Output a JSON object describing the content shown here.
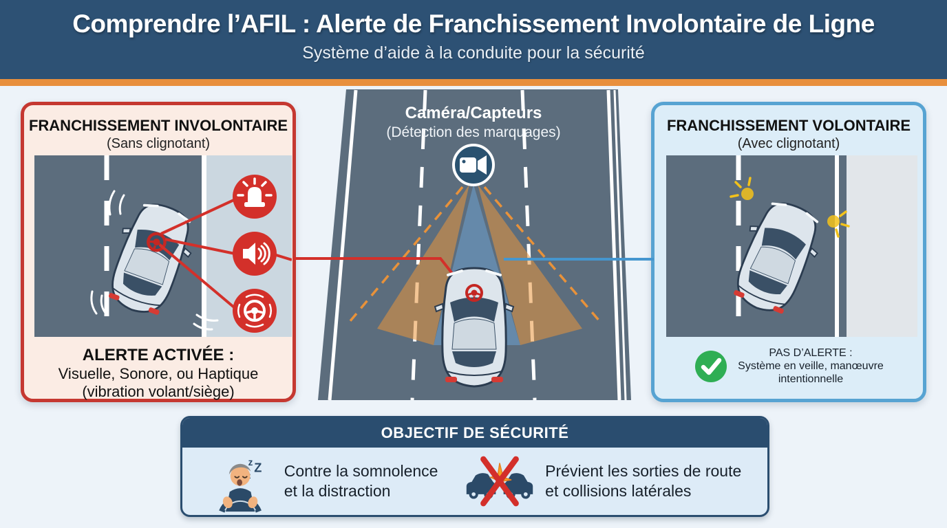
{
  "header": {
    "title": "Comprendre l’AFIL : Alerte de Franchissement Involontaire de Ligne",
    "subtitle": "Système d’aide à la conduite pour la sécurité"
  },
  "left_panel": {
    "title": "FRANCHISSEMENT INVOLONTAIRE",
    "subtitle": "(Sans clignotant)",
    "caption_title": "ALERTE ACTIVÉE :",
    "caption_line1": "Visuelle, Sonore, ou Haptique",
    "caption_line2": "(vibration volant/siège)",
    "alert_icons": [
      "siren-alert",
      "speaker-sound",
      "steering-wheel-vibration"
    ]
  },
  "center": {
    "label_title": "Caméra/Capteurs",
    "label_subtitle": "(Détection des marquages)",
    "icon": "video-camera"
  },
  "right_panel": {
    "title": "FRANCHISSEMENT VOLONTAIRE",
    "subtitle": "(Avec clignotant)",
    "caption_title": "PAS D’ALERTE :",
    "caption_line1": "Système en veille, manœuvre",
    "caption_line2": "intentionnelle",
    "status_icon": "green-checkmark"
  },
  "footer": {
    "title": "OBJECTIF DE SÉCURITÉ",
    "item1": {
      "icon": "drowsy-driver",
      "line1": "Contre la somnolence",
      "line2": "et la distraction",
      "sleep_letters": [
        "z",
        "Z",
        "z"
      ]
    },
    "item2": {
      "icon": "collision-crossed-out",
      "line1": "Prévient les sorties de route",
      "line2": "et collisions latérales"
    }
  },
  "colors": {
    "header_navy": "#2d5174",
    "accent_orange": "#e88f3d",
    "alert_red": "#d3302a",
    "panel_red_border": "#c53831",
    "panel_blue_border": "#57a3d2",
    "road_gray": "#5c6d7d",
    "footer_navy": "#2a4d6f",
    "check_green": "#2fae54",
    "connector_blue": "#4596cf",
    "indicator_yellow": "#f3c21a"
  }
}
